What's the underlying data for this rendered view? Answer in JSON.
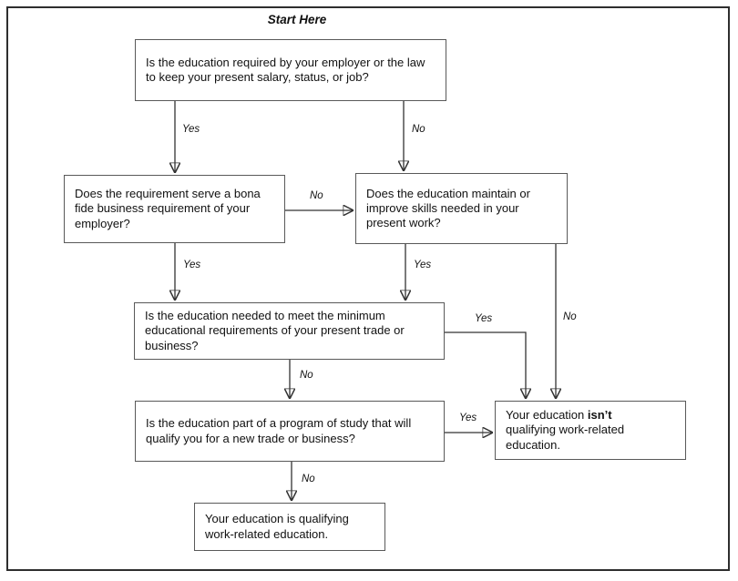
{
  "flowchart": {
    "start_label": "Start Here",
    "nodes": {
      "q1": {
        "text": "Is the education required by your employer or the law to keep your present salary, status, or job?"
      },
      "q2": {
        "text": "Does the requirement serve a bona fide business requirement of your employer?"
      },
      "q3": {
        "text": "Does the education maintain or improve skills needed in your present work?"
      },
      "q4": {
        "text": "Is the education needed to meet the minimum educational requirements of your present trade or business?"
      },
      "q5": {
        "text": "Is the education part of a program of study that will qualify you for a new trade or business?"
      },
      "not_qualifying": {
        "prefix": "Your education ",
        "bold": "isn’t",
        "suffix": " qualifying work-related education."
      },
      "qualifying": {
        "text": "Your education is qualifying work-related education."
      }
    },
    "edge_labels": {
      "q1_yes": "Yes",
      "q1_no": "No",
      "q2_no": "No",
      "q2_yes": "Yes",
      "q3_yes": "Yes",
      "q3_no": "No",
      "q4_yes": "Yes",
      "q4_no": "No",
      "q5_yes": "Yes",
      "q5_no": "No"
    },
    "colors": {
      "background": "#ffffff",
      "frame_border": "#2e2e2e",
      "box_border": "#595959",
      "line": "#333333",
      "arrowhead": "#111111",
      "text": "#111111"
    }
  }
}
